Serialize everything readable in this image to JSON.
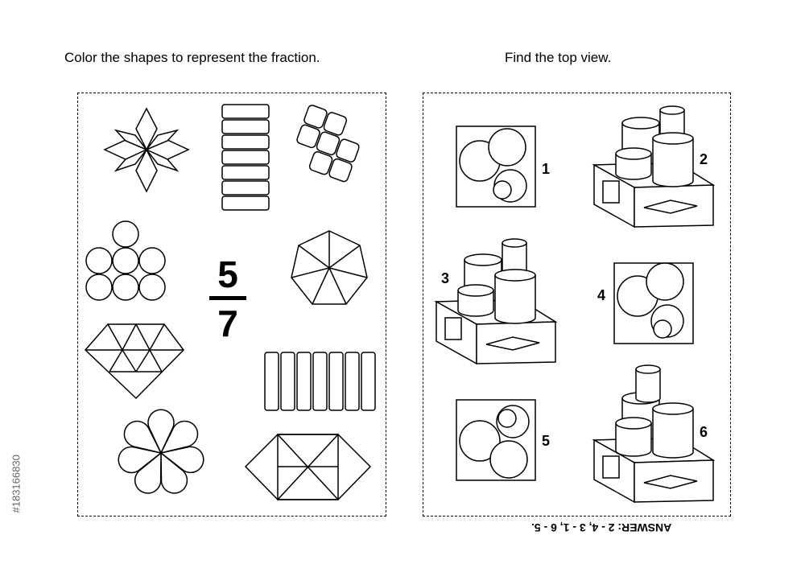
{
  "left": {
    "heading": "Color the shapes to represent the fraction."
  },
  "right": {
    "heading": "Find the top view."
  },
  "fraction": {
    "numerator": "5",
    "denominator": "7"
  },
  "labels": [
    "1",
    "2",
    "3",
    "4",
    "5",
    "6"
  ],
  "answer": "ANSWER: 2 - 4, 3 - 1, 6 - 5.",
  "stock_id": "#183166830"
}
